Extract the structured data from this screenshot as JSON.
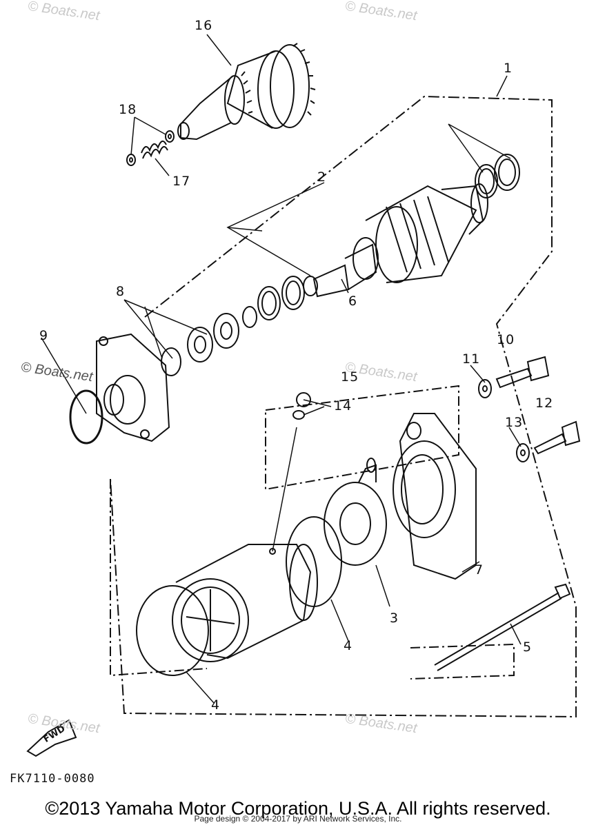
{
  "watermark": "© Boats.net",
  "diagram_code": "FK7110-0080",
  "copyright": "©2013 Yamaha Motor Corporation, U.S.A. All rights reserved.",
  "page_design": "Page design © 2004-2017 by ARI Network Services, Inc.",
  "fwd_label": "FWD",
  "callouts": {
    "c1": "1",
    "c2": "2",
    "c3": "3",
    "c4a": "4",
    "c4b": "4",
    "c5": "5",
    "c6": "6",
    "c7": "7",
    "c8": "8",
    "c9": "9",
    "c10": "10",
    "c11": "11",
    "c12": "12",
    "c13": "13",
    "c14": "14",
    "c15": "15",
    "c16": "16",
    "c17": "17",
    "c18": "18"
  }
}
